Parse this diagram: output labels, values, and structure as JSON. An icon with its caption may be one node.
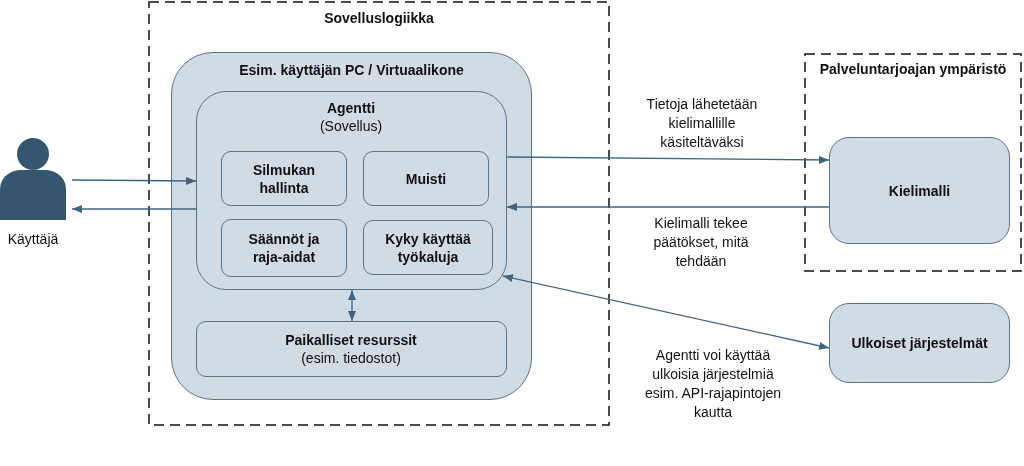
{
  "diagram": {
    "nodes": [
      {
        "text": [],
        "shape": "person",
        "beside": [
          "Käyttäjä"
        ]
      },
      {
        "text": [
          "Sovelluslogiikka"
        ]
      },
      {
        "text": [
          "Esim. käyttäjän PC / Virtuaalikone"
        ],
        "in": 1
      },
      {
        "text": [
          "Agentti",
          "(Sovellus)"
        ],
        "in": 2
      },
      {
        "text": [
          "Silmukan hallinta"
        ],
        "in": 3
      },
      {
        "text": [
          "Muisti"
        ],
        "in": 3
      },
      {
        "text": [
          "Säännöt ja raja-aidat"
        ],
        "in": 3
      },
      {
        "text": [
          "Kyky käyttää työkaluja"
        ],
        "in": 3
      },
      {
        "text": [
          "Paikalliset resurssit",
          "(esim. tiedostot)"
        ],
        "in": 2
      },
      {
        "text": [
          "Palveluntarjoajan ympäristö"
        ]
      },
      {
        "text": [
          "Kielimalli"
        ],
        "in": 9
      },
      {
        "text": [
          "Ulkoiset järjestelmät"
        ]
      }
    ],
    "edges": [
      {
        "from": 0,
        "to": 3,
        "arrow": "to"
      },
      {
        "from": 3,
        "to": 0,
        "arrow": "to"
      },
      {
        "from": 3,
        "to": 8,
        "arrow": "both"
      },
      {
        "from": 3,
        "to": 10,
        "arrow": "to",
        "label": "Tietoja lähetetään kielimallille käsiteltäväksi"
      },
      {
        "from": 10,
        "to": 3,
        "arrow": "to",
        "label": "Kielimalli tekee päätökset, mitä tehdään"
      },
      {
        "from": 11,
        "to": 3,
        "arrow": "both",
        "label": "Agentti voi käyttää ulkoisia järjestelmiä esim. API-rajapintojen kautta"
      }
    ]
  }
}
